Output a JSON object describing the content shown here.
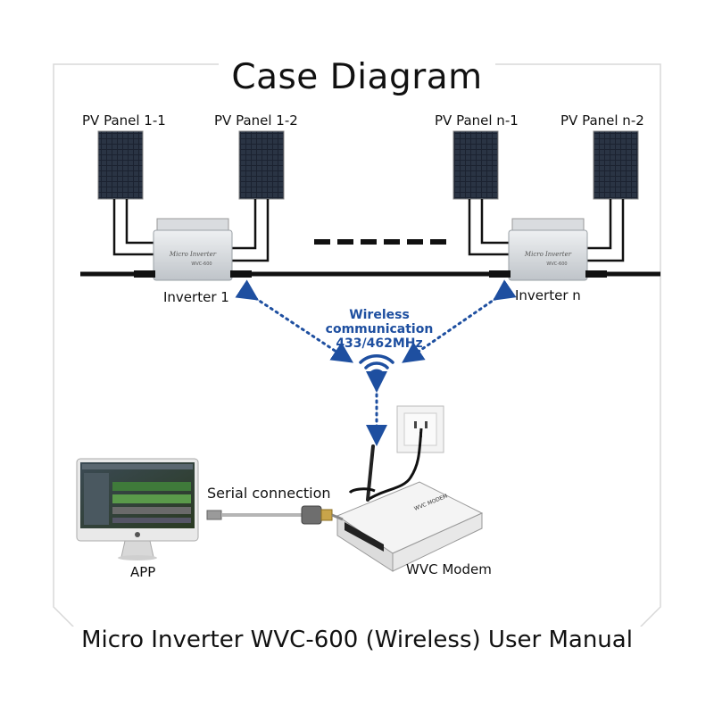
{
  "title": "Case Diagram",
  "panels": {
    "p11": "PV Panel 1-1",
    "p12": "PV Panel 1-2",
    "pn1": "PV Panel n-1",
    "pn2": "PV Panel n-2"
  },
  "inverters": {
    "inv1": "Inverter 1",
    "invn": "Inverter n",
    "brand": "Micro Inverter",
    "model": "WVC-600"
  },
  "wireless": {
    "line1": "Wireless communication",
    "line2": "433/462MHz"
  },
  "serial_label": "Serial connection",
  "app_label": "APP",
  "modem_label": "WVC Modem",
  "modem_brand": "WVC MODEM",
  "footer": "Micro Inverter WVC-600 (Wireless) User Manual"
}
